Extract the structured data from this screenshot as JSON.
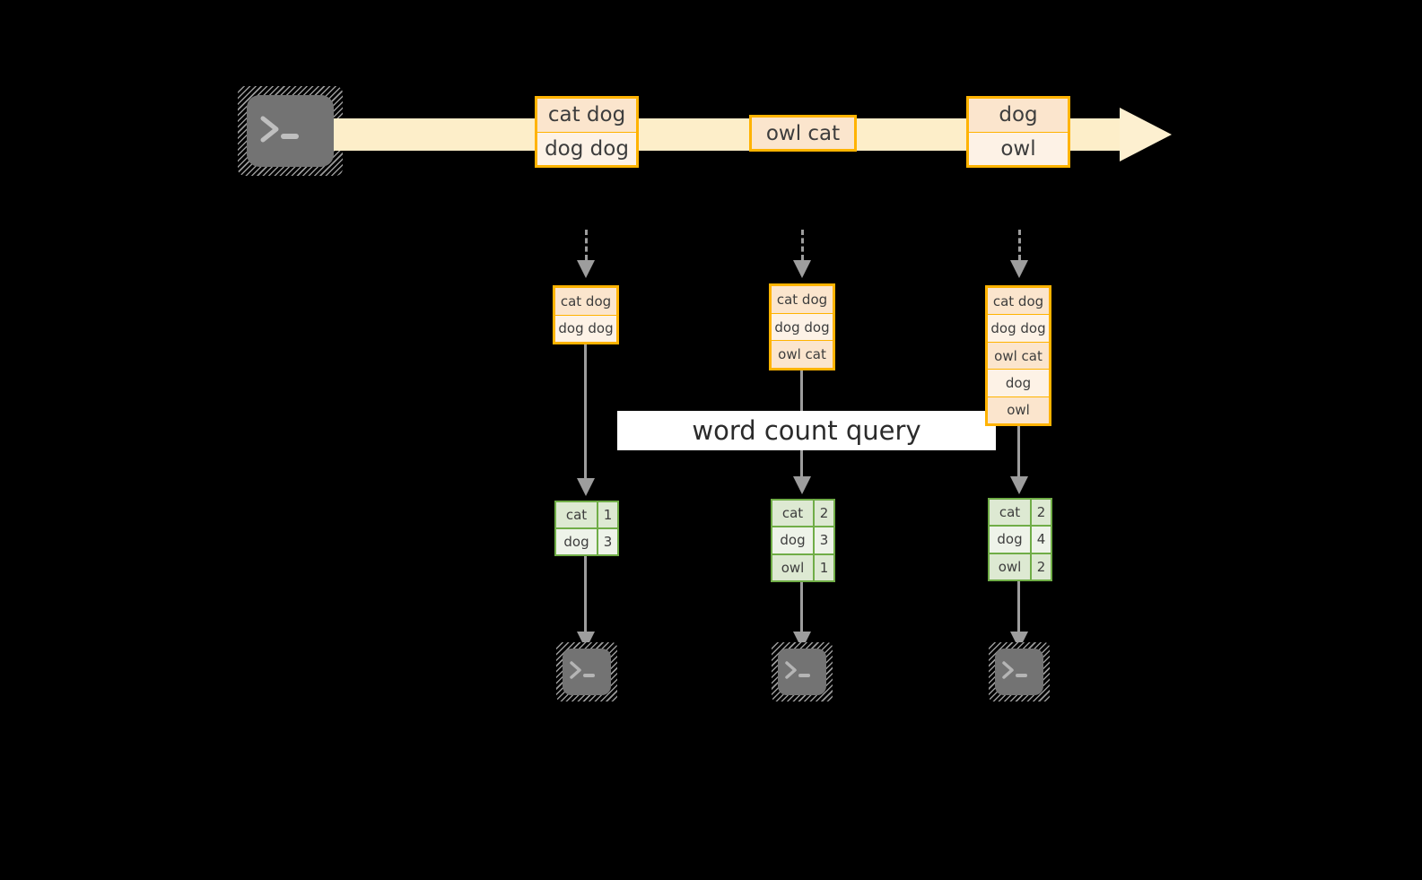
{
  "diagram": {
    "title_banner": "word count query",
    "source_icon": "terminal-icon",
    "sink_icon": "terminal-icon",
    "colors": {
      "background": "#000000",
      "stream_fill": "#fdeec9",
      "message_border": "#ffb300",
      "message_fill_dark": "#fbe5cd",
      "message_fill_light": "#fdf2e6",
      "table_border": "#70ad47",
      "table_fill_dark": "#dde9d2",
      "table_fill_light": "#eef3e9",
      "arrow_gray": "#9d9d9d",
      "banner_fill": "#ffffff",
      "text": "#3d3d3d"
    }
  },
  "stream": {
    "messages": [
      {
        "id": "m1",
        "lines": [
          "cat dog",
          "dog dog"
        ]
      },
      {
        "id": "m2",
        "lines": [
          "owl cat"
        ]
      },
      {
        "id": "m3",
        "lines": [
          "dog",
          "owl"
        ]
      }
    ]
  },
  "snapshots": [
    {
      "id": "s1",
      "buffer": [
        "cat dog",
        "dog dog"
      ],
      "counts": [
        {
          "word": "cat",
          "count": "1"
        },
        {
          "word": "dog",
          "count": "3"
        }
      ]
    },
    {
      "id": "s2",
      "buffer": [
        "cat dog",
        "dog dog",
        "owl cat"
      ],
      "counts": [
        {
          "word": "cat",
          "count": "2"
        },
        {
          "word": "dog",
          "count": "3"
        },
        {
          "word": "owl",
          "count": "1"
        }
      ]
    },
    {
      "id": "s3",
      "buffer": [
        "cat dog",
        "dog dog",
        "owl cat",
        "dog",
        "owl"
      ],
      "counts": [
        {
          "word": "cat",
          "count": "2"
        },
        {
          "word": "dog",
          "count": "4"
        },
        {
          "word": "owl",
          "count": "2"
        }
      ]
    }
  ]
}
